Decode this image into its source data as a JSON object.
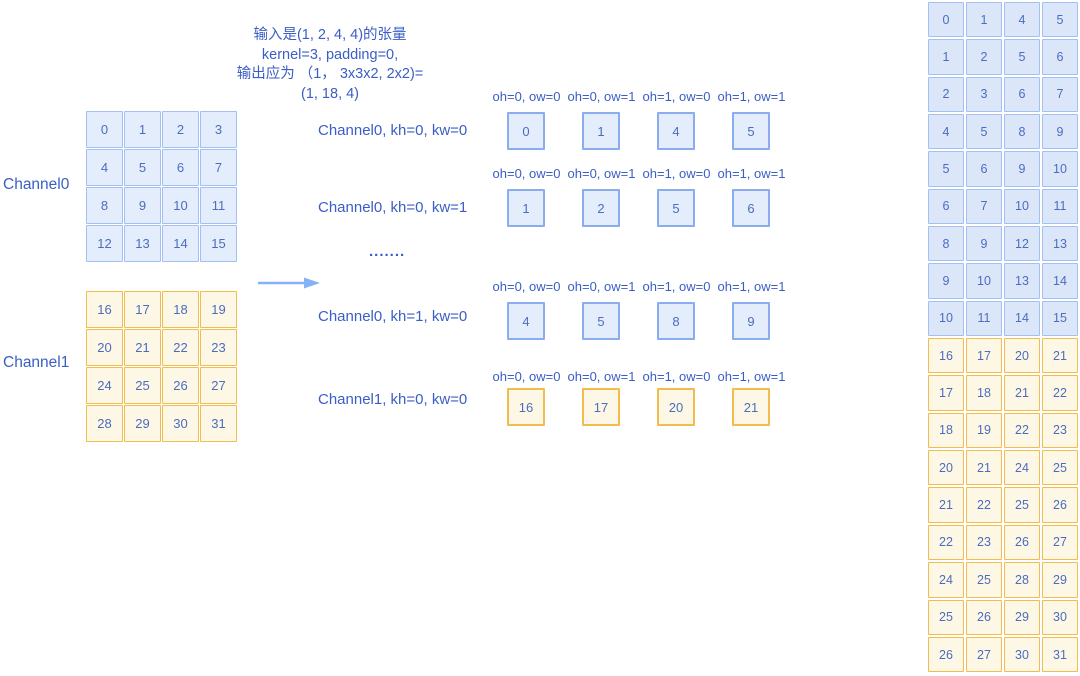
{
  "colors": {
    "background": "#ffffff",
    "label_text": "#3a5ec6",
    "number_text": "#4d6cc0",
    "blue_cell_fill": "#e4edfb",
    "blue_cell_fill_output": "#dbe6f9",
    "blue_cell_border": "#a2c0f4",
    "blue_cell_border_mid": "#8badf0",
    "yellow_cell_fill": "#fdf7e6",
    "yellow_cell_border": "#f2bd4e",
    "arrow": "#85b1f7"
  },
  "icons": {
    "flow_arrow": "right-arrow"
  },
  "annotation": {
    "lines": [
      "输入是(1, 2, 4, 4)的张量",
      "kernel=3, padding=0,",
      "输出应为 （1， 3x3x2, 2x2)=",
      "(1, 18, 4)"
    ]
  },
  "input_channels": [
    {
      "label": "Channel0",
      "theme": "blue",
      "rows": [
        [
          0,
          1,
          2,
          3
        ],
        [
          4,
          5,
          6,
          7
        ],
        [
          8,
          9,
          10,
          11
        ],
        [
          12,
          13,
          14,
          15
        ]
      ]
    },
    {
      "label": "Channel1",
      "theme": "yellow",
      "rows": [
        [
          16,
          17,
          18,
          19
        ],
        [
          20,
          21,
          22,
          23
        ],
        [
          24,
          25,
          26,
          27
        ],
        [
          28,
          29,
          30,
          31
        ]
      ]
    }
  ],
  "ellipsis": ".......",
  "column_headers": [
    "oh=0, ow=0",
    "oh=0, ow=1",
    "oh=1, ow=0",
    "oh=1, ow=1"
  ],
  "patch_rows": [
    {
      "label": "Channel0, kh=0, kw=0",
      "theme": "blue",
      "values": [
        0,
        1,
        4,
        5
      ]
    },
    {
      "label": "Channel0, kh=0, kw=1",
      "theme": "blue",
      "values": [
        1,
        2,
        5,
        6
      ]
    },
    {
      "label": "Channel0, kh=1, kw=0",
      "theme": "blue",
      "values": [
        4,
        5,
        8,
        9
      ]
    },
    {
      "label": "Channel1, kh=0, kw=0",
      "theme": "yellow",
      "values": [
        16,
        17,
        20,
        21
      ]
    }
  ],
  "output_matrix": {
    "rows": [
      {
        "theme": "blue",
        "values": [
          0,
          1,
          4,
          5
        ]
      },
      {
        "theme": "blue",
        "values": [
          1,
          2,
          5,
          6
        ]
      },
      {
        "theme": "blue",
        "values": [
          2,
          3,
          6,
          7
        ]
      },
      {
        "theme": "blue",
        "values": [
          4,
          5,
          8,
          9
        ]
      },
      {
        "theme": "blue",
        "values": [
          5,
          6,
          9,
          10
        ]
      },
      {
        "theme": "blue",
        "values": [
          6,
          7,
          10,
          11
        ]
      },
      {
        "theme": "blue",
        "values": [
          8,
          9,
          12,
          13
        ]
      },
      {
        "theme": "blue",
        "values": [
          9,
          10,
          13,
          14
        ]
      },
      {
        "theme": "blue",
        "values": [
          10,
          11,
          14,
          15
        ]
      },
      {
        "theme": "yellow",
        "values": [
          16,
          17,
          20,
          21
        ]
      },
      {
        "theme": "yellow",
        "values": [
          17,
          18,
          21,
          22
        ]
      },
      {
        "theme": "yellow",
        "values": [
          18,
          19,
          22,
          23
        ]
      },
      {
        "theme": "yellow",
        "values": [
          20,
          21,
          24,
          25
        ]
      },
      {
        "theme": "yellow",
        "values": [
          21,
          22,
          25,
          26
        ]
      },
      {
        "theme": "yellow",
        "values": [
          22,
          23,
          26,
          27
        ]
      },
      {
        "theme": "yellow",
        "values": [
          24,
          25,
          28,
          29
        ]
      },
      {
        "theme": "yellow",
        "values": [
          25,
          26,
          29,
          30
        ]
      },
      {
        "theme": "yellow",
        "values": [
          26,
          27,
          30,
          31
        ]
      }
    ]
  }
}
